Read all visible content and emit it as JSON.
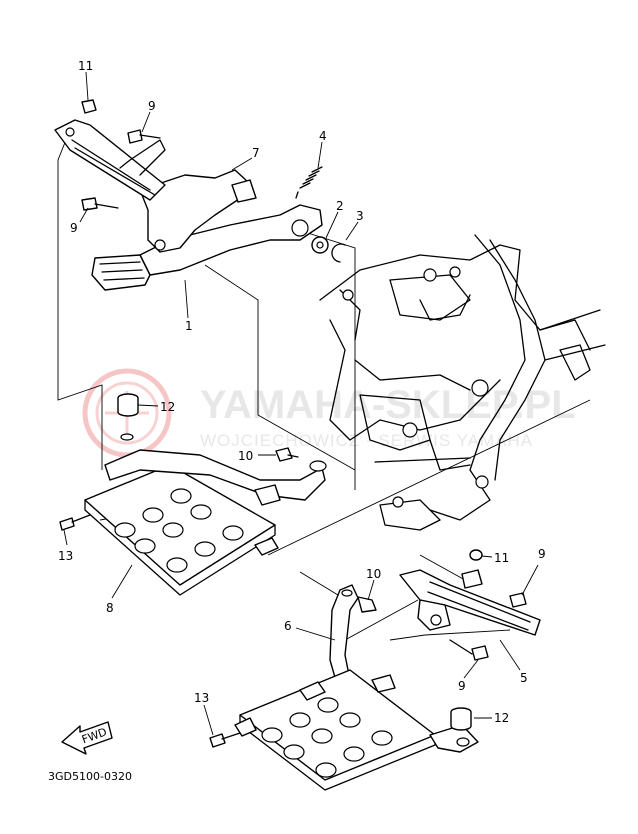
{
  "diagram": {
    "drawing_code": "3GD5100-0320",
    "fwd_label": "FWD",
    "watermark": {
      "brand": "YAMAHA-SKLEP.PL",
      "subtitle": "WOJCIECHOWICZ - SERWIS YAMAHA",
      "logo_color": "#e03030"
    },
    "callouts": [
      {
        "id": "c11a",
        "label": "11"
      },
      {
        "id": "c9a",
        "label": "9"
      },
      {
        "id": "c7",
        "label": "7"
      },
      {
        "id": "c4",
        "label": "4"
      },
      {
        "id": "c2",
        "label": "2"
      },
      {
        "id": "c3",
        "label": "3"
      },
      {
        "id": "c9b",
        "label": "9"
      },
      {
        "id": "c1",
        "label": "1"
      },
      {
        "id": "c12a",
        "label": "12"
      },
      {
        "id": "c10a",
        "label": "10"
      },
      {
        "id": "c13a",
        "label": "13"
      },
      {
        "id": "c8",
        "label": "8"
      },
      {
        "id": "c11b",
        "label": "11"
      },
      {
        "id": "c9c",
        "label": "9"
      },
      {
        "id": "c10b",
        "label": "10"
      },
      {
        "id": "c6",
        "label": "6"
      },
      {
        "id": "c9d",
        "label": "9"
      },
      {
        "id": "c5",
        "label": "5"
      },
      {
        "id": "c13b",
        "label": "13"
      },
      {
        "id": "c12b",
        "label": "12"
      }
    ]
  }
}
